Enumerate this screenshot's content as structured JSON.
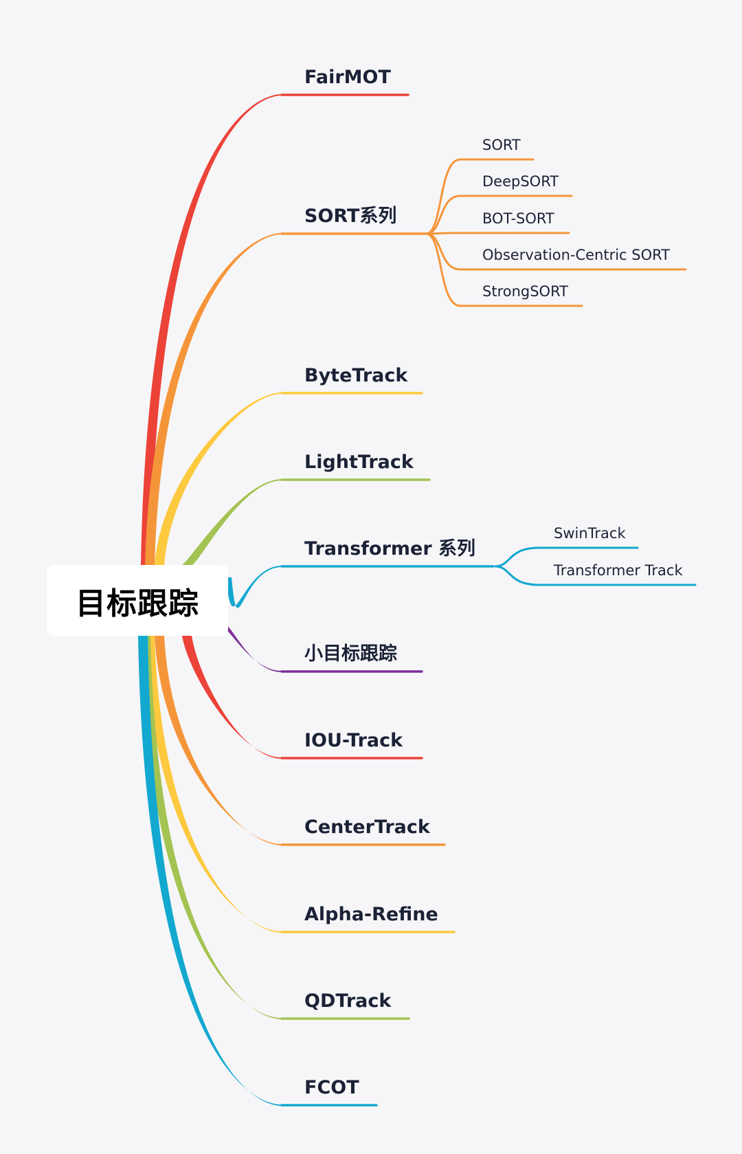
{
  "root": {
    "label": "目标跟踪"
  },
  "branches": [
    {
      "label": "FairMOT",
      "color": "#ec4339"
    },
    {
      "label": "SORT系列",
      "color": "#f5953a",
      "children": [
        "SORT",
        "DeepSORT",
        "BOT-SORT",
        "Observation-Centric SORT",
        "StrongSORT"
      ]
    },
    {
      "label": "ByteTrack",
      "color": "#fdc93e"
    },
    {
      "label": "LightTrack",
      "color": "#a3c352"
    },
    {
      "label": "Transformer 系列",
      "color": "#13a8cf",
      "children": [
        "SwinTrack",
        "Transformer Track"
      ]
    },
    {
      "label": "小目标跟踪",
      "color": "#7c2f97"
    },
    {
      "label": "IOU-Track",
      "color": "#ec4339"
    },
    {
      "label": "CenterTrack",
      "color": "#f5953a"
    },
    {
      "label": "Alpha-Refine",
      "color": "#fdc93e"
    },
    {
      "label": "QDTrack",
      "color": "#a3c352"
    },
    {
      "label": "FCOT",
      "color": "#13a8cf"
    }
  ]
}
